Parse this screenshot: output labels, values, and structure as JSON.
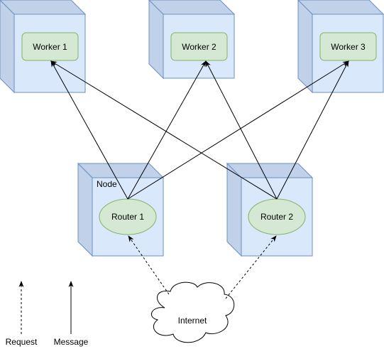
{
  "nodes": {
    "workers": [
      {
        "label": "Worker 1"
      },
      {
        "label": "Worker 2"
      },
      {
        "label": "Worker 3"
      }
    ],
    "routers": [
      {
        "label": "Router 1"
      },
      {
        "label": "Router 2"
      }
    ],
    "node_label": "Node",
    "internet": {
      "label": "Internet"
    }
  },
  "legend": {
    "request": "Request",
    "message": "Message"
  },
  "colors": {
    "box_face": "#dae8fc",
    "box_side": "#c2d1ea",
    "box_stroke": "#6c8ebf",
    "node_fill": "#d5e8d4",
    "node_stroke": "#82b366",
    "line": "#000000"
  }
}
